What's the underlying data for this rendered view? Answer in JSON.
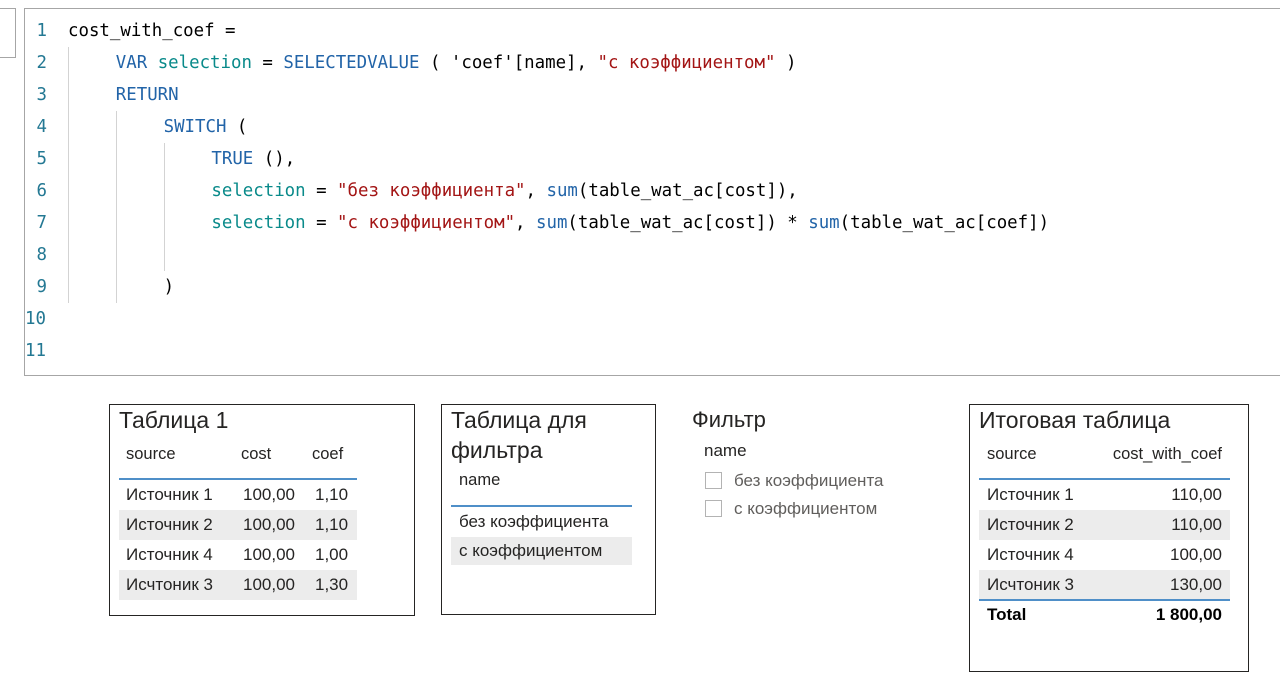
{
  "editor": {
    "lines": [
      {
        "n": "1",
        "parts": [
          {
            "t": "cost_with_coef =",
            "c": "plain"
          }
        ]
      },
      {
        "n": "2",
        "parts": [
          {
            "t": "VAR ",
            "c": "fn"
          },
          {
            "t": "selection",
            "c": "var"
          },
          {
            "t": " = ",
            "c": "plain"
          },
          {
            "t": "SELECTEDVALUE",
            "c": "fn"
          },
          {
            "t": " ( 'coef'[name], ",
            "c": "plain"
          },
          {
            "t": "\"с коэффициентом\"",
            "c": "str"
          },
          {
            "t": " )",
            "c": "plain"
          }
        ]
      },
      {
        "n": "3",
        "parts": [
          {
            "t": "RETURN",
            "c": "fn"
          }
        ]
      },
      {
        "n": "4",
        "parts": [
          {
            "t": "SWITCH",
            "c": "fn"
          },
          {
            "t": " (",
            "c": "plain"
          }
        ]
      },
      {
        "n": "5",
        "parts": [
          {
            "t": "TRUE",
            "c": "fn"
          },
          {
            "t": " (),",
            "c": "plain"
          }
        ]
      },
      {
        "n": "6",
        "parts": [
          {
            "t": "selection",
            "c": "var"
          },
          {
            "t": " = ",
            "c": "plain"
          },
          {
            "t": "\"без коэффициента\"",
            "c": "str"
          },
          {
            "t": ", ",
            "c": "plain"
          },
          {
            "t": "sum",
            "c": "fn"
          },
          {
            "t": "(table_wat_ac[cost]),",
            "c": "plain"
          }
        ]
      },
      {
        "n": "7",
        "parts": [
          {
            "t": "selection",
            "c": "var"
          },
          {
            "t": " = ",
            "c": "plain"
          },
          {
            "t": "\"с коэффициентом\"",
            "c": "str"
          },
          {
            "t": ", ",
            "c": "plain"
          },
          {
            "t": "sum",
            "c": "fn"
          },
          {
            "t": "(table_wat_ac[cost]) * ",
            "c": "plain"
          },
          {
            "t": "sum",
            "c": "fn"
          },
          {
            "t": "(table_wat_ac[coef])",
            "c": "plain"
          }
        ]
      },
      {
        "n": "8",
        "parts": []
      },
      {
        "n": "9",
        "parts": [
          {
            "t": ")",
            "c": "plain"
          }
        ]
      },
      {
        "n": "10",
        "parts": []
      },
      {
        "n": "11",
        "parts": []
      }
    ]
  },
  "table1": {
    "title": "Таблица 1",
    "headers": [
      "source",
      "cost",
      "coef"
    ],
    "rows": [
      [
        "Источник 1",
        "100,00",
        "1,10"
      ],
      [
        "Источник 2",
        "100,00",
        "1,10"
      ],
      [
        "Источник 4",
        "100,00",
        "1,00"
      ],
      [
        "Исчтоник 3",
        "100,00",
        "1,30"
      ]
    ]
  },
  "filter_table": {
    "title_line1": "Таблица для",
    "title_line2": "фильтра",
    "header": "name",
    "rows": [
      "без коэффициента",
      "с коэффициентом"
    ]
  },
  "slicer": {
    "title": "Фильтр",
    "field": "name",
    "options": [
      "без коэффициента",
      "с коэффициентом"
    ],
    "checked": [
      false,
      false
    ]
  },
  "result_table": {
    "title": "Итоговая таблица",
    "headers": [
      "source",
      "cost_with_coef"
    ],
    "rows": [
      [
        "Источник 1",
        "110,00"
      ],
      [
        "Источник 2",
        "110,00"
      ],
      [
        "Источник 4",
        "100,00"
      ],
      [
        "Исчтоник 3",
        "130,00"
      ]
    ],
    "total_label": "Total",
    "total_value": "1 800,00"
  },
  "colors": {
    "keyword": "#2264a8",
    "variable": "#098a8a",
    "string": "#a31515",
    "line_number": "#237893",
    "row_band": "#ececec",
    "header_rule": "#4f8fc8"
  }
}
